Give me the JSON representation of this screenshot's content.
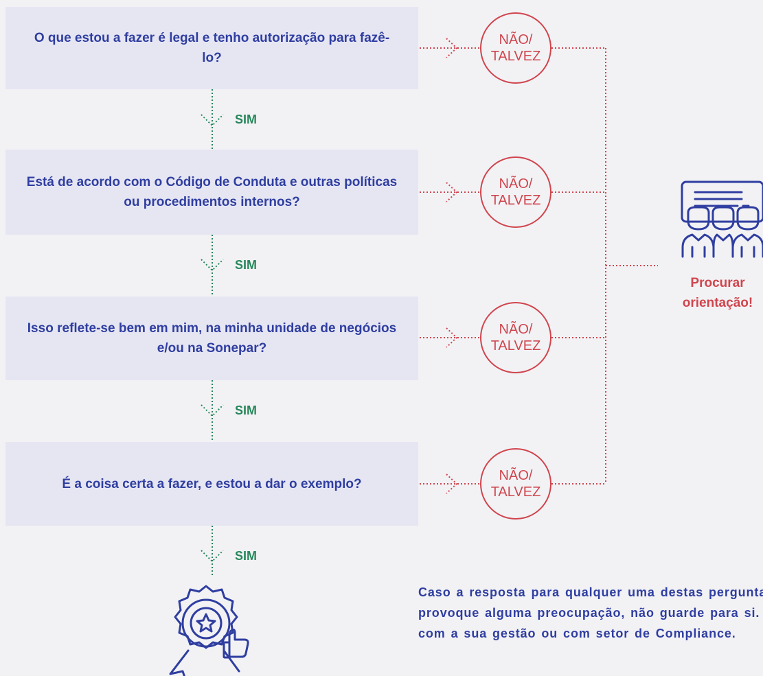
{
  "questions": [
    {
      "text": "O que estou a fazer é legal e tenho autorização para fazê-lo?",
      "answer_no": "NÃO/ TALVEZ"
    },
    {
      "text": "Está de acordo com o Código de Conduta e outras políticas ou procedimentos internos?",
      "answer_no": "NÃO/ TALVEZ"
    },
    {
      "text": "Isso reflete-se bem em mim, na minha unidade de negócios e/ou na Sonepar?",
      "answer_no": "NÃO/ TALVEZ"
    },
    {
      "text": "É a coisa certa a fazer, e estou a dar o exemplo?",
      "answer_no": "NÃO/ TALVEZ"
    }
  ],
  "yes_labels": [
    "SIM",
    "SIM",
    "SIM",
    "SIM"
  ],
  "outcome": {
    "label": "Procurar orientação!",
    "icon": "team-presentation-icon"
  },
  "approval_icon": "award-badge-thumbs-up-icon",
  "note": "Caso a resposta para qualquer uma destas perguntas provoque alguma preocupação, não guarde para si. Fale com a sua gestão ou com setor de Compliance.",
  "colors": {
    "primary": "#2f3ea0",
    "accent_red": "#d0454d",
    "accent_green": "#27875a",
    "box_bg": "#e6e6f3",
    "page_bg": "#f2f2f5"
  }
}
